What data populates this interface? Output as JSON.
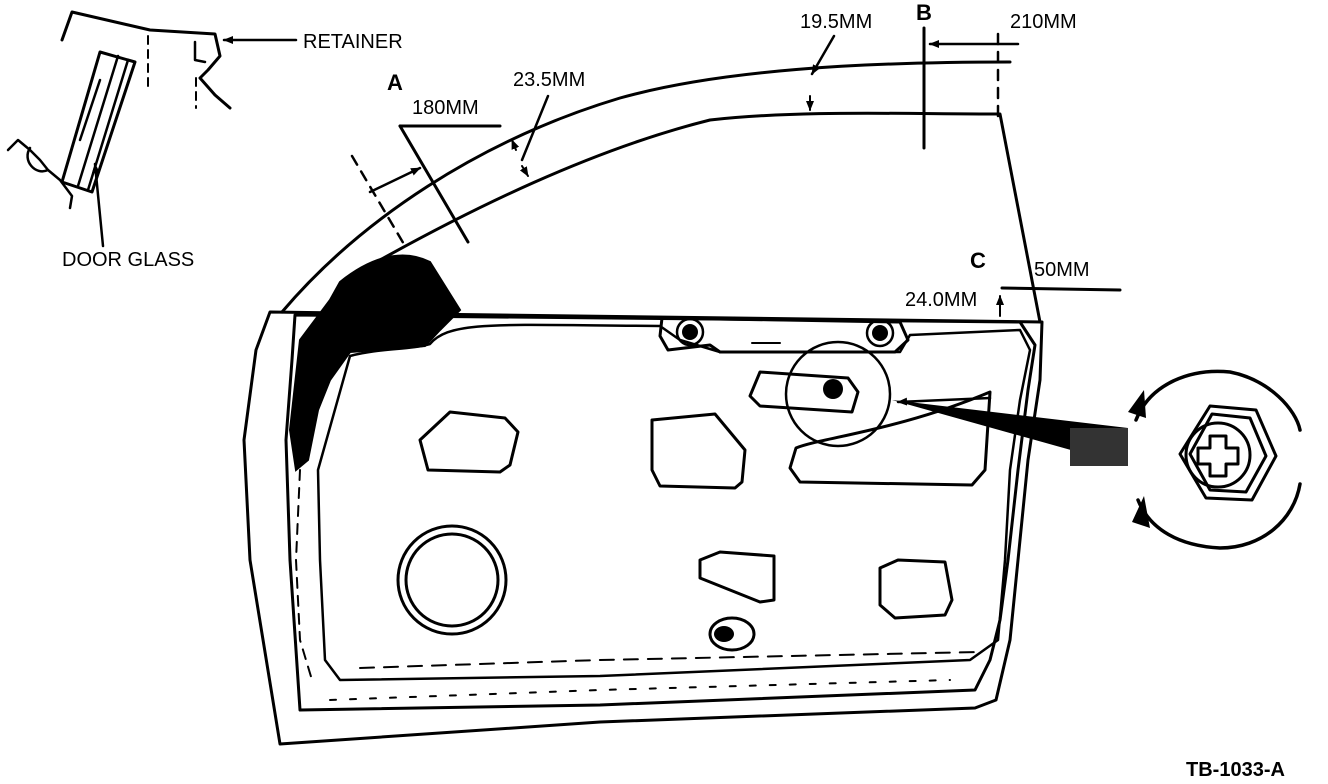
{
  "callouts": {
    "retainer": "RETAINER",
    "door_glass": "DOOR GLASS",
    "point_a": "A",
    "point_b": "B",
    "point_c": "C",
    "dim_180": "180MM",
    "dim_23_5": "23.5MM",
    "dim_19_5": "19.5MM",
    "dim_210": "210MM",
    "dim_50": "50MM",
    "dim_24_0": "24.0MM"
  },
  "figure_id": "TB-1033-A",
  "colors": {
    "ink": "#000000",
    "paper": "#ffffff"
  }
}
